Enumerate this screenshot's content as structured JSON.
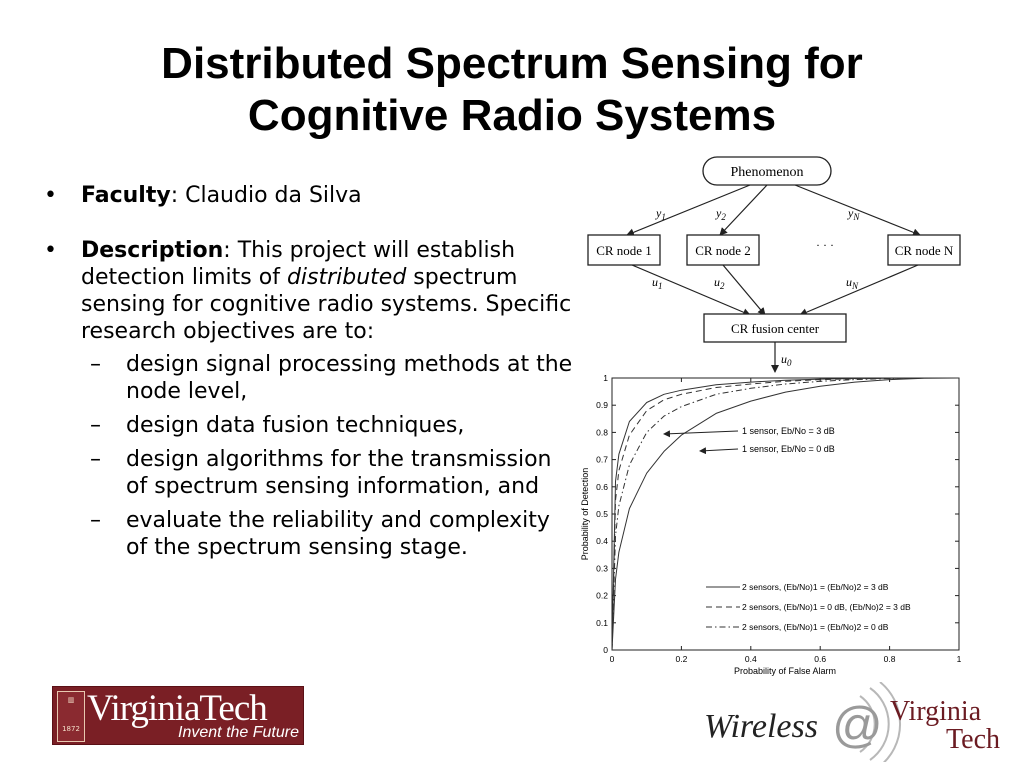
{
  "slide": {
    "title_line1": "Distributed Spectrum Sensing for",
    "title_line2": "Cognitive Radio Systems",
    "bullets": {
      "faculty_label": "Faculty",
      "faculty_value": ": Claudio da Silva",
      "description_label": "Description",
      "description_text_a": ": This project will establish detection limits of ",
      "description_italic": "distributed",
      "description_text_b": " spectrum sensing for cognitive radio systems. Specific research objectives are to:",
      "sub_items": [
        "design signal processing methods at the node level,",
        "design data fusion techniques,",
        "design algorithms for the transmission of spectrum sensing information, and",
        "evaluate the reliability and complexity of the spectrum sensing stage."
      ]
    }
  },
  "diagram": {
    "phenomenon": "Phenomenon",
    "node1": "CR node 1",
    "node2": "CR node 2",
    "nodeN": "CR node N",
    "ellipsis": "· · ·",
    "fusion": "CR fusion center",
    "y1": "y",
    "y1_sub": "1",
    "y2": "y",
    "y2_sub": "2",
    "yN": "y",
    "yN_sub": "N",
    "u1": "u",
    "u1_sub": "1",
    "u2": "u",
    "u2_sub": "2",
    "uN": "u",
    "uN_sub": "N",
    "u0": "u",
    "u0_sub": "0"
  },
  "chart_data": {
    "type": "line",
    "title": "",
    "xlabel": "Probability of False Alarm",
    "ylabel": "Probability of Detection",
    "xlim": [
      0,
      1
    ],
    "ylim": [
      0,
      1
    ],
    "x_ticks": [
      "0",
      "0.2",
      "0.4",
      "0.6",
      "0.8",
      "1"
    ],
    "y_ticks": [
      "0",
      "0.1",
      "0.2",
      "0.3",
      "0.4",
      "0.5",
      "0.6",
      "0.7",
      "0.8",
      "0.9",
      "1"
    ],
    "grid": false,
    "annotations": [
      "1 sensor, Eb/No = 3 dB",
      "1 sensor, Eb/No = 0 dB"
    ],
    "legend": [
      "2 sensors, (Eb/No)1 = (Eb/No)2 = 3 dB",
      "2 sensors, (Eb/No)1 = 0 dB, (Eb/No)2 = 3 dB",
      "2 sensors, (Eb/No)1 = (Eb/No)2 = 0 dB"
    ],
    "legend_placement": "bottom-right",
    "x": [
      0,
      0.01,
      0.02,
      0.05,
      0.1,
      0.15,
      0.2,
      0.3,
      0.4,
      0.5,
      0.6,
      0.7,
      0.8,
      0.9,
      1.0
    ],
    "series": [
      {
        "style": "solid",
        "values": [
          0,
          0.62,
          0.72,
          0.84,
          0.91,
          0.94,
          0.955,
          0.975,
          0.985,
          0.992,
          0.996,
          0.998,
          0.999,
          1.0,
          1.0
        ]
      },
      {
        "style": "dashed",
        "values": [
          0,
          0.55,
          0.66,
          0.79,
          0.88,
          0.92,
          0.94,
          0.965,
          0.978,
          0.988,
          0.994,
          0.997,
          0.999,
          1.0,
          1.0
        ]
      },
      {
        "style": "dashdot",
        "values": [
          0,
          0.42,
          0.53,
          0.68,
          0.8,
          0.86,
          0.895,
          0.94,
          0.962,
          0.978,
          0.988,
          0.994,
          0.998,
          1.0,
          1.0
        ]
      },
      {
        "style": "solid",
        "values": [
          0,
          0.26,
          0.36,
          0.52,
          0.65,
          0.73,
          0.79,
          0.87,
          0.915,
          0.948,
          0.97,
          0.985,
          0.994,
          0.999,
          1.0
        ]
      }
    ]
  },
  "logos": {
    "vt_name": "VirginiaTech",
    "vt_tagline": "Invent the Future",
    "vt_seal_year": "1872",
    "wireless_word": "Wireless",
    "wireless_at": "@",
    "wireless_virginia": "Virginia",
    "wireless_tech": "Tech"
  }
}
